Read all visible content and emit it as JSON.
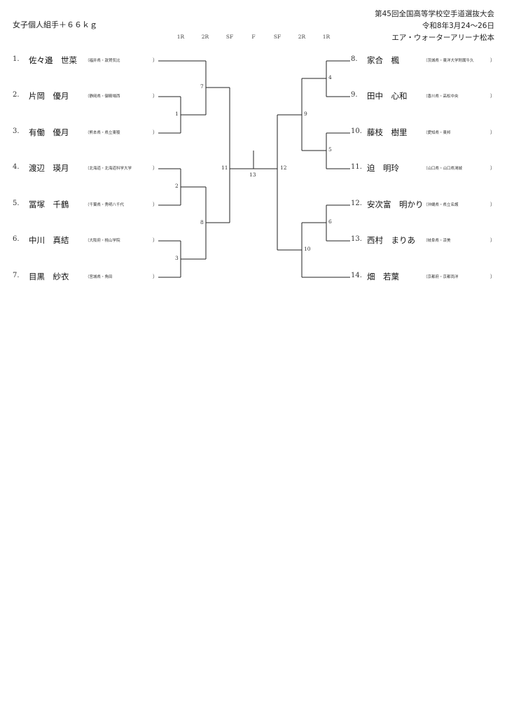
{
  "header": {
    "division": "女子個人組手＋６６ｋｇ",
    "tournament": "第45回全国高等学校空手道選抜大会",
    "dates": "令和8年3月24～26日",
    "venue": "エア・ウォーターアリーナ松本"
  },
  "rounds": [
    "1R",
    "2R",
    "SF",
    "F",
    "SF",
    "2R",
    "1R"
  ],
  "left_players": [
    {
      "no": "1.",
      "name": "佐々邉　世菜",
      "aff": "（福井県・敦賀気比",
      "close": "）"
    },
    {
      "no": "2.",
      "name": "片岡　優月",
      "aff": "（静岡県・御殿場西",
      "close": "）"
    },
    {
      "no": "3.",
      "name": "有働　優月",
      "aff": "（熊本県・県立東稜",
      "close": "）"
    },
    {
      "no": "4.",
      "name": "渡辺　瑛月",
      "aff": "（北海道・北海道科学大学",
      "close": "）"
    },
    {
      "no": "5.",
      "name": "冨塚　千鶴",
      "aff": "（千葉県・秀明八千代",
      "close": "）"
    },
    {
      "no": "6.",
      "name": "中川　真結",
      "aff": "（大阪府・桃山学院",
      "close": "）"
    },
    {
      "no": "7.",
      "name": "目黒　紗衣",
      "aff": "（宮城県・角田",
      "close": "）"
    }
  ],
  "right_players": [
    {
      "no": "8.",
      "name": "家合　楓",
      "aff": "（茨城県・東洋大学附属牛久",
      "close": "）"
    },
    {
      "no": "9.",
      "name": "田中　心和",
      "aff": "（香川県・高松中央",
      "close": "）"
    },
    {
      "no": "10.",
      "name": "藤枝　樹里",
      "aff": "（愛知県・東邦",
      "close": "）"
    },
    {
      "no": "11.",
      "name": "迫　明玲",
      "aff": "（山口県・山口県鴻城",
      "close": "）"
    },
    {
      "no": "12.",
      "name": "安次富　明かり",
      "aff": "（沖縄県・県立名護",
      "close": "）"
    },
    {
      "no": "13.",
      "name": "西村　まりあ",
      "aff": "（岐阜県・済美",
      "close": "）"
    },
    {
      "no": "14.",
      "name": "畑　若葉",
      "aff": "（京都府・京都両洋",
      "close": "）"
    }
  ],
  "matches": [
    "1",
    "2",
    "3",
    "4",
    "5",
    "6",
    "7",
    "8",
    "9",
    "10",
    "11",
    "12",
    "13"
  ]
}
